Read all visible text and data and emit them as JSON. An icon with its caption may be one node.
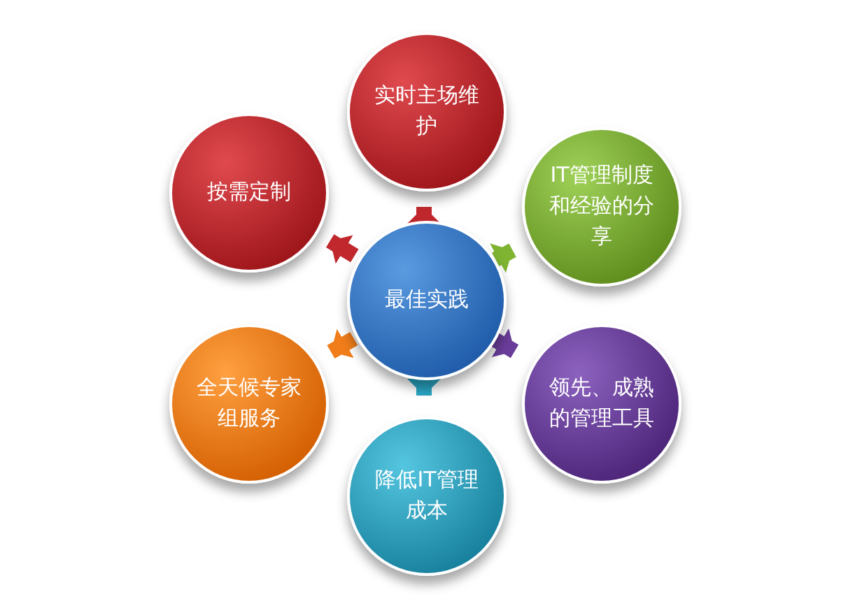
{
  "diagram": {
    "nodes": [
      {
        "text": [
          "实时主场维护"
        ]
      },
      {
        "text": [
          "按需定制"
        ]
      },
      {
        "text": [
          "IT管理制度和经验的分享"
        ]
      },
      {
        "text": [
          "最佳实践"
        ]
      },
      {
        "text": [
          "全天候专家组服务"
        ]
      },
      {
        "text": [
          "领先、成熟的管理工具"
        ]
      },
      {
        "text": [
          "降低IT管理成本"
        ]
      }
    ],
    "edges": [
      {
        "from": 3,
        "to": 0,
        "arrow": "to",
        "color": "#c0282d"
      },
      {
        "from": 3,
        "to": 1,
        "arrow": "to",
        "color": "#c0282d"
      },
      {
        "from": 3,
        "to": 2,
        "arrow": "to",
        "color": "#7fb432"
      },
      {
        "from": 3,
        "to": 4,
        "arrow": "to",
        "color": "#f07d1a"
      },
      {
        "from": 3,
        "to": 5,
        "arrow": "to",
        "color": "#6a3d9a"
      },
      {
        "from": 3,
        "to": 6,
        "arrow": "to",
        "color": "#2aa6c4"
      }
    ]
  }
}
